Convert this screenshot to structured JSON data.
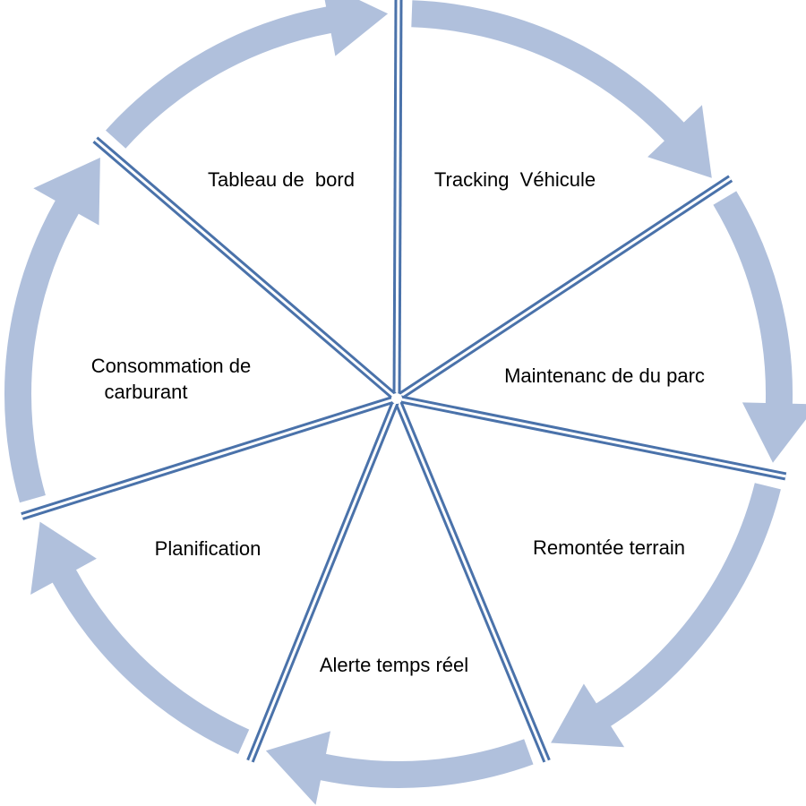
{
  "diagram": {
    "type": "cycle",
    "colors": {
      "arrow": "#b0c0dc",
      "divider_outer": "#4a72aa",
      "divider_inner": "#ffffff",
      "text": "#000000"
    },
    "segments": [
      {
        "id": "tableau-de-bord",
        "lines": [
          "Tableau de  bord"
        ]
      },
      {
        "id": "tracking-vehicule",
        "lines": [
          "Tracking  Véhicule"
        ]
      },
      {
        "id": "maintenance-parc",
        "lines": [
          "Maintenanc de du parc"
        ]
      },
      {
        "id": "remontee-terrain",
        "lines": [
          "Remontée terrain"
        ]
      },
      {
        "id": "alerte-temps-reel",
        "lines": [
          "Alerte temps réel"
        ]
      },
      {
        "id": "planification",
        "lines": [
          "Planification"
        ]
      },
      {
        "id": "consommation-carburant",
        "lines": [
          "Consommation de",
          "carburant"
        ]
      }
    ]
  }
}
